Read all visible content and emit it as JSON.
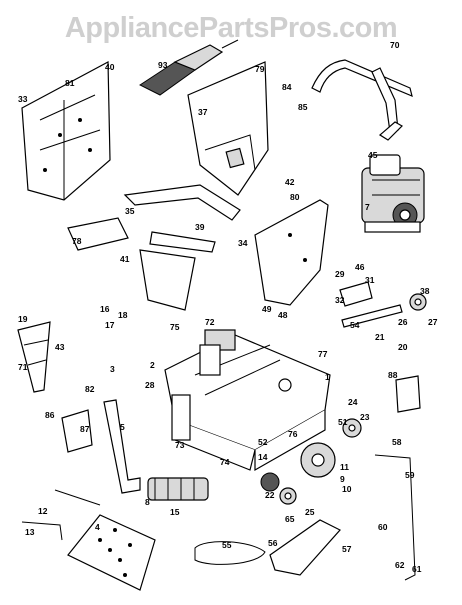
{
  "watermark": "AppliancePartsPros.com",
  "callouts": [
    "1",
    "2",
    "3",
    "4",
    "5",
    "7",
    "8",
    "9",
    "10",
    "11",
    "12",
    "13",
    "14",
    "15",
    "16",
    "17",
    "18",
    "19",
    "20",
    "21",
    "22",
    "23",
    "24",
    "25",
    "26",
    "27",
    "28",
    "29",
    "31",
    "32",
    "33",
    "34",
    "35",
    "37",
    "38",
    "39",
    "40",
    "41",
    "42",
    "43",
    "45",
    "46",
    "48",
    "49",
    "51",
    "52",
    "54",
    "55",
    "56",
    "57",
    "58",
    "59",
    "60",
    "61",
    "62",
    "65",
    "70",
    "71",
    "72",
    "73",
    "74",
    "75",
    "76",
    "77",
    "78",
    "79",
    "80",
    "81",
    "82",
    "84",
    "85",
    "86",
    "87",
    "88",
    "93"
  ]
}
